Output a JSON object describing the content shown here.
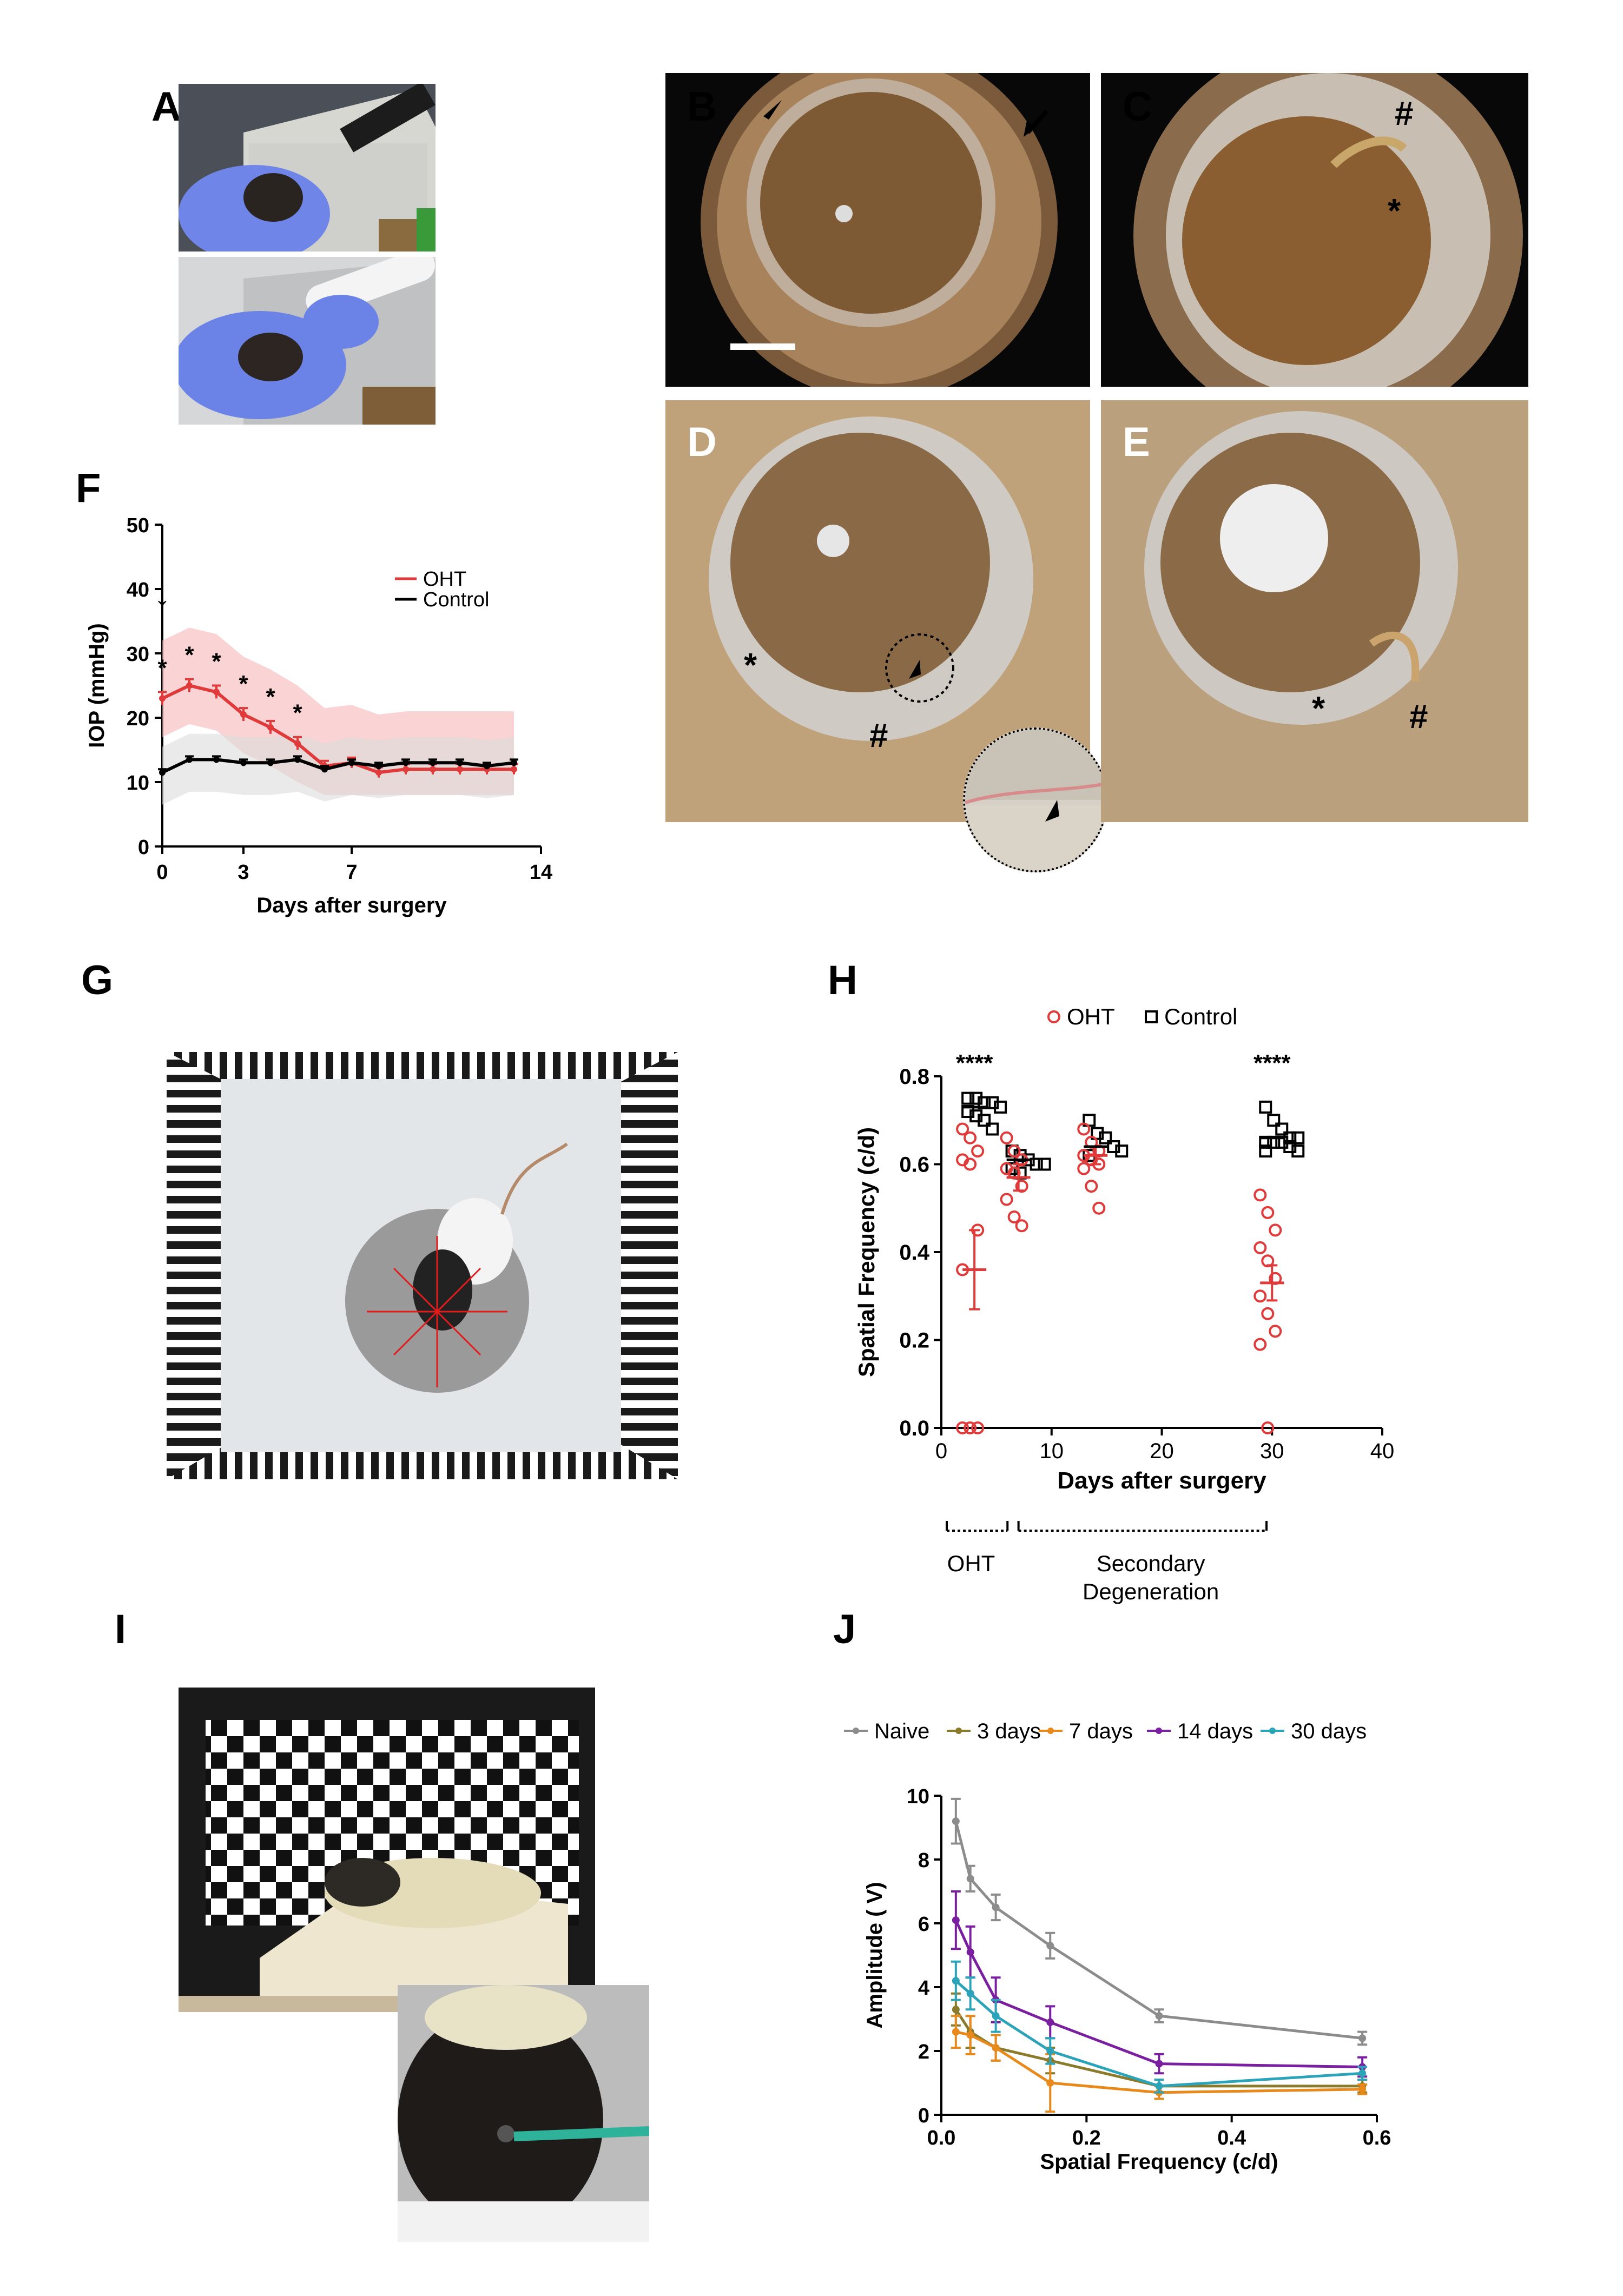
{
  "panels": {
    "A": "A",
    "B": "B",
    "C": "C",
    "D": "D",
    "E": "E",
    "F": "F",
    "G": "G",
    "H": "H",
    "I": "I",
    "J": "J"
  },
  "symbols": {
    "hash": "#",
    "star": "*"
  },
  "icons": [
    "arrowhead-icon",
    "arrow-icon",
    "scale-bar",
    "magnifier-inset"
  ],
  "colors": {
    "oht": "#e03a3a",
    "control": "#000000",
    "oht_light": "#f6b8b8",
    "control_light": "#dcdcdc",
    "naive": "#8c8c8c",
    "d3": "#8a7a2c",
    "d7": "#e8891c",
    "d14": "#7a1fa0",
    "d30": "#2ba3b8"
  },
  "chart_data": [
    {
      "id": "F",
      "type": "line",
      "ylabel": "IOP (mmHg)",
      "xlabel": "Days after surgery",
      "xticks": [
        0,
        3,
        7,
        14
      ],
      "yticks": [
        0,
        10,
        20,
        30,
        40,
        50
      ],
      "xlim": [
        0,
        14
      ],
      "ylim": [
        0,
        50
      ],
      "arrow_label": "↓",
      "legend": [
        "OHT",
        "Control"
      ],
      "x": [
        0,
        1,
        2,
        3,
        4,
        5,
        6,
        7,
        8,
        9,
        10,
        11,
        12,
        13
      ],
      "series": [
        {
          "name": "OHT",
          "color": "#e03a3a",
          "values": [
            23,
            25,
            24,
            20.5,
            18.5,
            16,
            12.5,
            13,
            11.5,
            12,
            12,
            12,
            12,
            12
          ],
          "error": [
            1,
            1,
            1,
            1,
            1,
            1,
            0.8,
            0.8,
            0.8,
            0.8,
            0.8,
            0.8,
            0.8,
            0.8
          ]
        },
        {
          "name": "Control",
          "color": "#000000",
          "values": [
            11.5,
            13.5,
            13.5,
            13,
            13,
            13.5,
            12,
            13,
            12.5,
            13,
            13,
            13,
            12.5,
            13
          ],
          "error": [
            0.5,
            0.5,
            0.5,
            0.5,
            0.5,
            0.5,
            0.5,
            0.5,
            0.5,
            0.5,
            0.5,
            0.5,
            0.5,
            0.5
          ]
        }
      ],
      "significance_days": [
        0,
        1,
        2,
        3,
        4,
        5
      ],
      "significance_label": "*"
    },
    {
      "id": "H",
      "type": "scatter",
      "ylabel": "Spatial Frequency (c/d)",
      "xlabel": "Days after surgery",
      "xticks": [
        0,
        10,
        20,
        30,
        40
      ],
      "yticks": [
        0.0,
        0.2,
        0.4,
        0.6,
        0.8
      ],
      "ytick_labels": [
        "0.0",
        "0.2",
        "0.4",
        "0.6",
        "0.8"
      ],
      "xlim": [
        0,
        40
      ],
      "ylim": [
        0,
        0.8
      ],
      "legend": [
        "OHT",
        "Control"
      ],
      "groups": [
        {
          "day": 3,
          "control": [
            0.75,
            0.75,
            0.74,
            0.74,
            0.73,
            0.72,
            0.71,
            0.7,
            0.68
          ],
          "oht": [
            0.68,
            0.66,
            0.63,
            0.61,
            0.6,
            0.45,
            0.36,
            0.0,
            0.0,
            0.0
          ],
          "oht_mean": 0.36,
          "oht_err": 0.09,
          "control_mean": 0.73
        },
        {
          "day": 7,
          "control": [
            0.63,
            0.62,
            0.61,
            0.6,
            0.6,
            0.59,
            0.58
          ],
          "oht": [
            0.66,
            0.63,
            0.61,
            0.59,
            0.58,
            0.55,
            0.52,
            0.48,
            0.46
          ],
          "oht_mean": 0.57,
          "oht_err": 0.03,
          "control_mean": 0.61
        },
        {
          "day": 14,
          "control": [
            0.7,
            0.67,
            0.66,
            0.64,
            0.63,
            0.62
          ],
          "oht": [
            0.68,
            0.65,
            0.63,
            0.62,
            0.61,
            0.6,
            0.59,
            0.55,
            0.5
          ],
          "oht_mean": 0.62,
          "oht_err": 0.02,
          "control_mean": 0.64
        },
        {
          "day": 30,
          "control": [
            0.73,
            0.7,
            0.68,
            0.66,
            0.66,
            0.65,
            0.65,
            0.65,
            0.64,
            0.63,
            0.63
          ],
          "oht": [
            0.53,
            0.49,
            0.45,
            0.41,
            0.38,
            0.34,
            0.3,
            0.26,
            0.22,
            0.19,
            0.0
          ],
          "oht_mean": 0.33,
          "oht_err": 0.04,
          "control_mean": 0.66
        }
      ],
      "significance": [
        {
          "day": 3,
          "label": "****"
        },
        {
          "day": 30,
          "label": "****"
        }
      ],
      "annotations": [
        "OHT",
        "Secondary\nDegeneration"
      ]
    },
    {
      "id": "J",
      "type": "line",
      "ylabel": "Amplitude ( V)",
      "xlabel": "Spatial Frequency (c/d)",
      "xticks": [
        0.0,
        0.2,
        0.4,
        0.6
      ],
      "xtick_labels": [
        "0.0",
        "0.2",
        "0.4",
        "0.6"
      ],
      "yticks": [
        0,
        2,
        4,
        6,
        8,
        10
      ],
      "xlim": [
        0,
        0.6
      ],
      "ylim": [
        0,
        10
      ],
      "x": [
        0.02,
        0.04,
        0.075,
        0.15,
        0.3,
        0.58
      ],
      "series": [
        {
          "name": "Naive",
          "color": "#8c8c8c",
          "values": [
            9.2,
            7.4,
            6.5,
            5.3,
            3.1,
            2.4
          ],
          "error": [
            0.7,
            0.4,
            0.4,
            0.4,
            0.2,
            0.2
          ]
        },
        {
          "name": "3 days",
          "color": "#8a7a2c",
          "values": [
            3.3,
            2.6,
            2.1,
            1.7,
            0.9,
            0.9
          ],
          "error": [
            0.5,
            0.5,
            0.4,
            0.4,
            0.2,
            0.2
          ]
        },
        {
          "name": "7 days",
          "color": "#e8891c",
          "values": [
            2.6,
            2.5,
            2.1,
            1.0,
            0.7,
            0.8
          ],
          "error": [
            0.5,
            0.6,
            0.4,
            0.9,
            0.2,
            0.15
          ]
        },
        {
          "name": "14 days",
          "color": "#7a1fa0",
          "values": [
            6.1,
            5.1,
            3.6,
            2.9,
            1.6,
            1.5
          ],
          "error": [
            0.9,
            0.8,
            0.7,
            0.5,
            0.3,
            0.3
          ]
        },
        {
          "name": "30 days",
          "color": "#2ba3b8",
          "values": [
            4.2,
            3.8,
            3.1,
            2.0,
            0.9,
            1.3
          ],
          "error": [
            0.6,
            0.5,
            0.5,
            0.4,
            0.2,
            0.2
          ]
        }
      ]
    }
  ]
}
